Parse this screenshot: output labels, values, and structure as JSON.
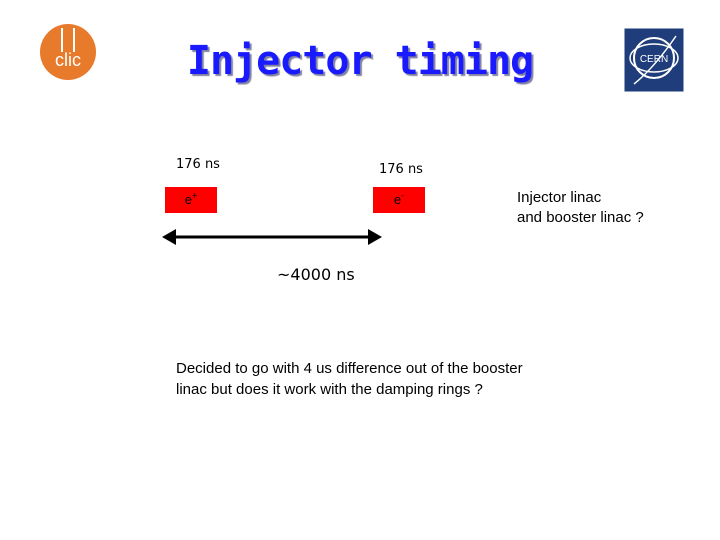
{
  "slide": {
    "title": "Injector timing"
  },
  "logos": {
    "clic_text": "clic",
    "cern_text": "CERN"
  },
  "timing": {
    "bunch_length_left": "176 ns",
    "bunch_length_right": "176 ns",
    "positron_symbol": "e",
    "positron_charge": "+",
    "electron_symbol": "e",
    "electron_charge": "-",
    "spacing": "~4000 ns"
  },
  "notes": {
    "linac_line1": "Injector linac",
    "linac_line2": "and booster linac ?",
    "decision_line1": "Decided to go with 4 us difference out of the booster",
    "decision_line2": "linac but does it work with the damping rings ?"
  },
  "colors": {
    "bunch": "#ff0000",
    "title": "#1a1aff",
    "clic_logo": "#e87a2c",
    "cern_logo": "#1f3d7a"
  }
}
